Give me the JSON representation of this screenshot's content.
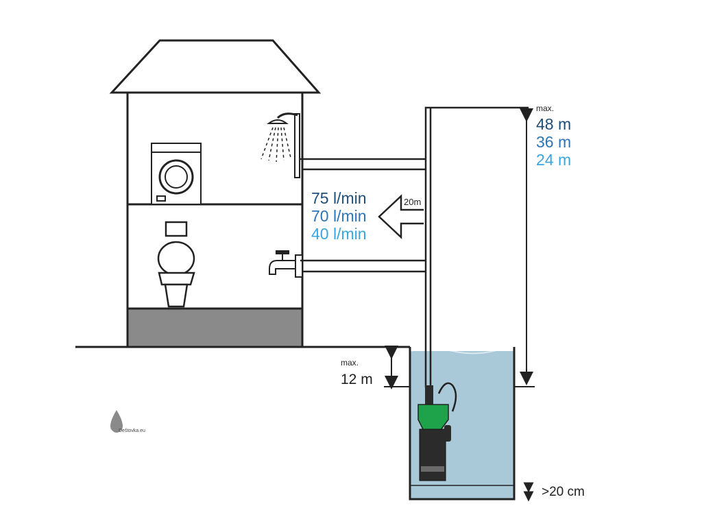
{
  "head_labels": {
    "prefix": "max.",
    "values": [
      "48 m",
      "36 m",
      "24 m"
    ]
  },
  "flow_labels": [
    "75 l/min",
    "70 l/min",
    "40 l/min"
  ],
  "horizontal_distance": "20m",
  "immersion": {
    "prefix": "max.",
    "value": "12 m"
  },
  "bottom_clearance": ">20 cm",
  "watermark": "Deštovka.eu",
  "colors": {
    "level_1": "#1f4e79",
    "level_2": "#2e75b6",
    "level_3": "#3aa6dc",
    "water": "#a9c8d8",
    "foundation": "#8a8a8a",
    "pump_green": "#1fa34a",
    "pump_body": "#2b2b2b"
  }
}
